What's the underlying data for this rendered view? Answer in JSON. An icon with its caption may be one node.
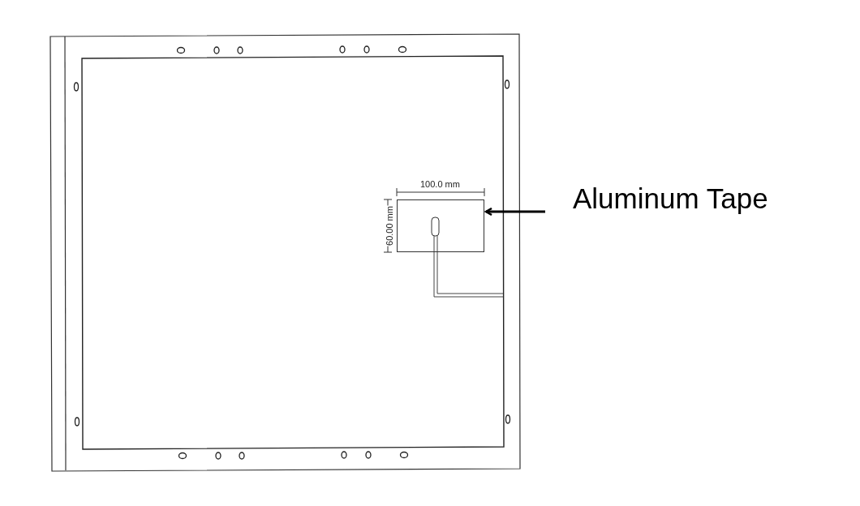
{
  "diagram": {
    "nodes": [
      {
        "text": [
          "Aluminum Tape"
        ]
      },
      {
        "text": [],
        "shape": "box"
      }
    ],
    "edges": [
      {
        "from": 0,
        "to": 1,
        "arrow": "to"
      }
    ],
    "labels": [
      "100.0 mm",
      "60.00 mm"
    ]
  }
}
